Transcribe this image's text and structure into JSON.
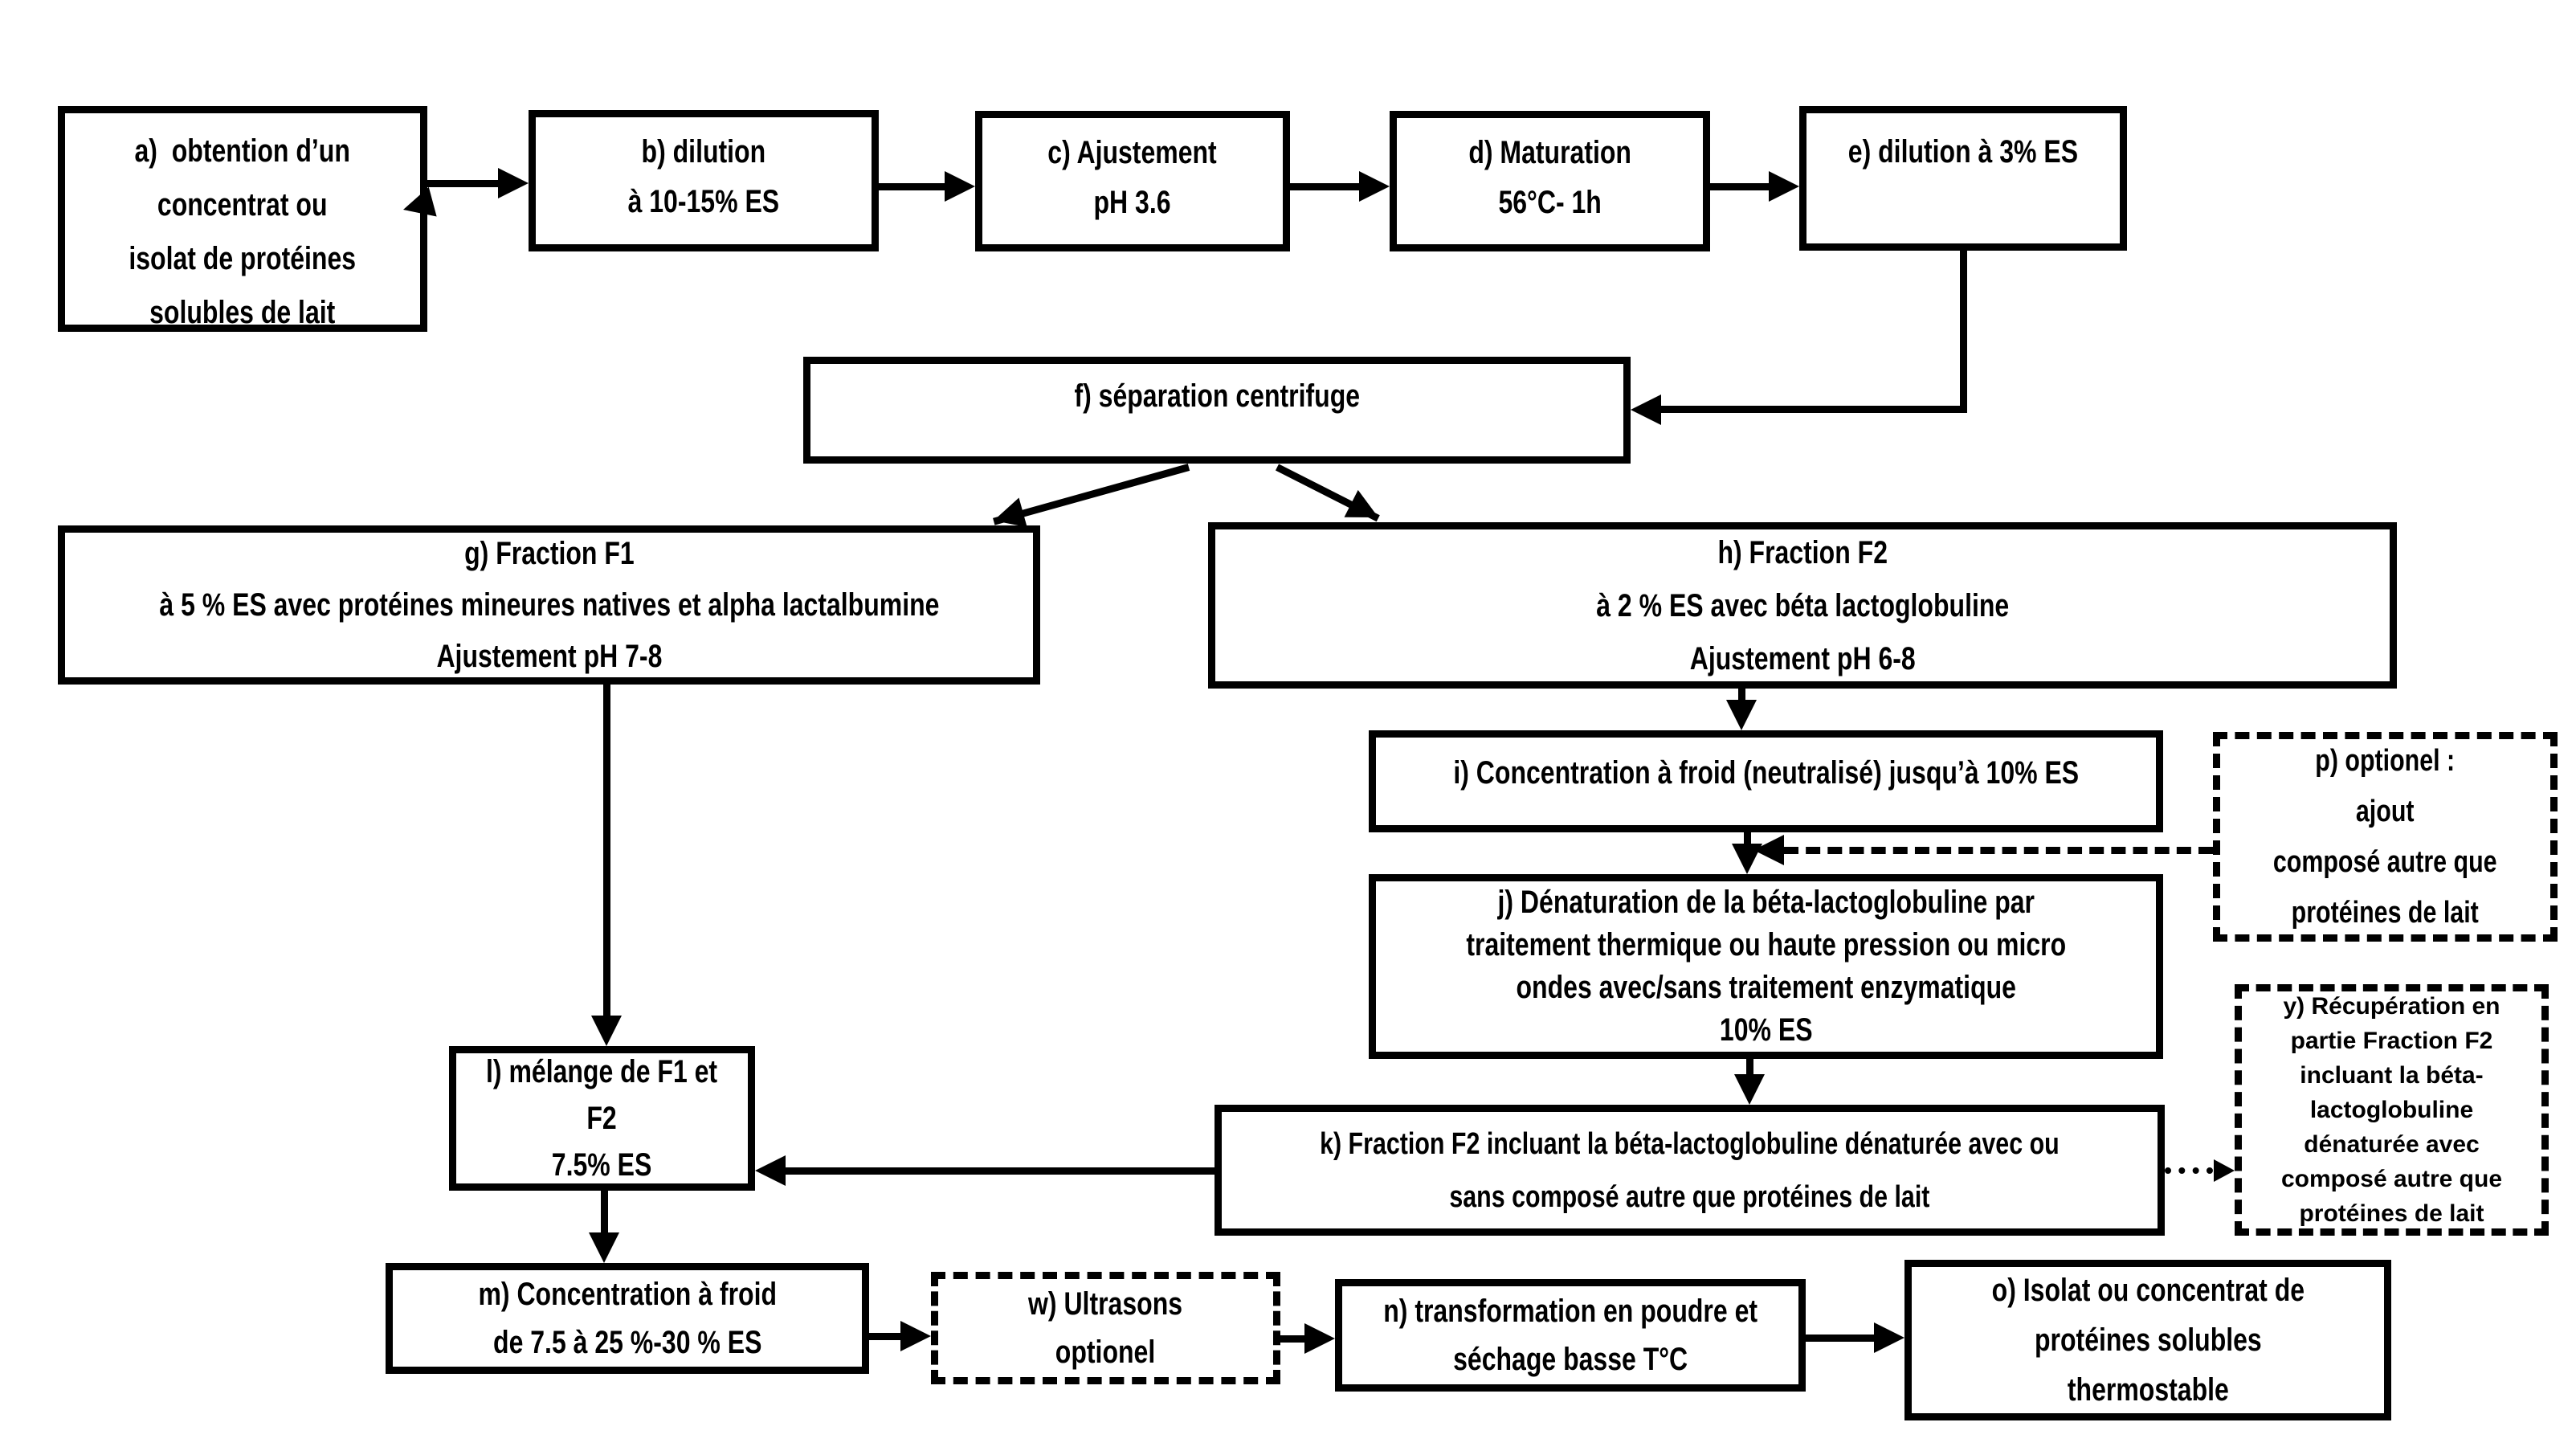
{
  "colors": {
    "ink": "#000000",
    "paper": "#ffffff"
  },
  "boxes": {
    "a": {
      "style": "solid",
      "lines": [
        "a)  obtention d’un",
        "concentrat ou",
        "isolat de protéines",
        "solubles de lait"
      ]
    },
    "b": {
      "style": "solid",
      "lines": [
        "b) dilution",
        "à 10-15% ES"
      ]
    },
    "c": {
      "style": "solid",
      "lines": [
        "c) Ajustement",
        "pH 3.6"
      ]
    },
    "d": {
      "style": "solid",
      "lines": [
        "d) Maturation",
        "56°C- 1h"
      ]
    },
    "e": {
      "style": "solid",
      "lines": [
        "e) dilution à 3% ES"
      ]
    },
    "f": {
      "style": "solid",
      "lines": [
        "f) séparation centrifuge"
      ]
    },
    "g": {
      "style": "solid",
      "lines": [
        "g) Fraction F1",
        "à 5 % ES avec protéines mineures natives et alpha lactalbumine",
        "Ajustement pH 7-8"
      ]
    },
    "h": {
      "style": "solid",
      "lines": [
        "h) Fraction F2",
        "à 2 % ES avec béta lactoglobuline",
        "Ajustement pH 6-8"
      ]
    },
    "i": {
      "style": "solid",
      "lines": [
        "i) Concentration à froid (neutralisé) jusqu’à 10% ES"
      ]
    },
    "p": {
      "style": "dashed",
      "lines": [
        "p) optionel :",
        "ajout",
        "composé autre que",
        "protéines de lait"
      ]
    },
    "j": {
      "style": "solid",
      "lines": [
        "j) Dénaturation de la béta-lactoglobuline par",
        "traitement thermique ou haute pression ou micro",
        "ondes avec/sans traitement enzymatique",
        "10% ES"
      ]
    },
    "y": {
      "style": "dashed",
      "lines": [
        "y) Récupération en",
        "partie Fraction F2",
        "incluant la béta-",
        "lactoglobuline",
        "dénaturée avec",
        "composé autre que",
        "protéines de lait"
      ]
    },
    "l": {
      "style": "solid",
      "lines": [
        "l) mélange de F1 et",
        "F2",
        "7.5% ES"
      ]
    },
    "k": {
      "style": "solid",
      "lines": [
        "k) Fraction F2 incluant la béta-lactoglobuline dénaturée avec ou",
        "sans composé autre que protéines de lait"
      ]
    },
    "m": {
      "style": "solid",
      "lines": [
        "m) Concentration à froid",
        "de 7.5 à 25 %-30 % ES"
      ]
    },
    "w": {
      "style": "dashed",
      "lines": [
        "w) Ultrasons",
        "optionel"
      ]
    },
    "n": {
      "style": "solid",
      "lines": [
        "n) transformation en poudre et",
        "séchage basse T°C"
      ]
    },
    "o": {
      "style": "solid",
      "lines": [
        "o) Isolat ou concentrat de",
        "protéines solubles",
        "thermostable"
      ]
    }
  }
}
